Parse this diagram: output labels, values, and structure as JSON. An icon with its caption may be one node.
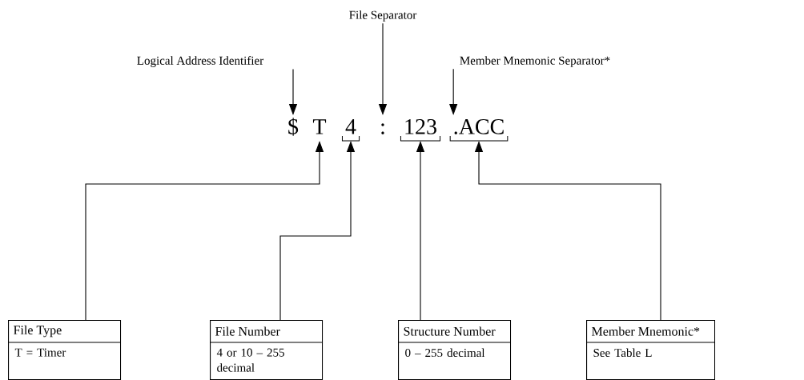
{
  "diagram": {
    "nodes": [
      {
        "text": [
          "Logical Address Identifier"
        ]
      },
      {
        "text": [
          "File Separator"
        ]
      },
      {
        "text": [
          "Member Mnemonic Separator*"
        ]
      },
      {
        "text": [
          "$"
        ]
      },
      {
        "text": [
          "T"
        ]
      },
      {
        "text": [
          "4"
        ]
      },
      {
        "text": [
          ":"
        ]
      },
      {
        "text": [
          "123"
        ]
      },
      {
        "text": [
          ".ACC"
        ]
      },
      {
        "text": [
          "File Type",
          "T = Timer"
        ]
      },
      {
        "text": [
          "File Number",
          "4 or 10 – 255 decimal"
        ]
      },
      {
        "text": [
          "Structure Number",
          "0 – 255 decimal"
        ]
      },
      {
        "text": [
          "Member Mnemonic*",
          "See Table L"
        ]
      }
    ],
    "edges": [
      {
        "from": 0,
        "to": 3,
        "arrow": "to"
      },
      {
        "from": 1,
        "to": 6,
        "arrow": "to"
      },
      {
        "from": 2,
        "to": 8,
        "arrow": "to"
      },
      {
        "from": 9,
        "to": 4,
        "arrow": "to"
      },
      {
        "from": 10,
        "to": 5,
        "arrow": "to"
      },
      {
        "from": 11,
        "to": 7,
        "arrow": "to"
      },
      {
        "from": 12,
        "to": 8,
        "arrow": "to"
      }
    ]
  }
}
